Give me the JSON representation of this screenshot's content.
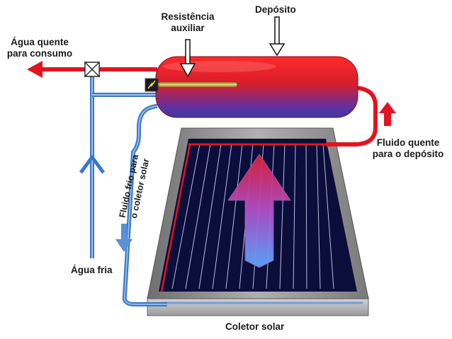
{
  "labels": {
    "hot_water_out": [
      "Água quente",
      "para consumo"
    ],
    "aux_resistance": [
      "Resistência",
      "auxiliar"
    ],
    "tank": "Depósito",
    "hot_fluid": [
      "Fluido quente",
      "para o depósito"
    ],
    "cold_fluid": [
      "Fluido frio para",
      "o coletor solar"
    ],
    "cold_water": "Água fria",
    "collector": "Coletor solar"
  },
  "colors": {
    "hot": "#e4131f",
    "cold": "#3c78c4",
    "panel_dark": "#0b0d3a",
    "frame": "#8a8a8a"
  }
}
